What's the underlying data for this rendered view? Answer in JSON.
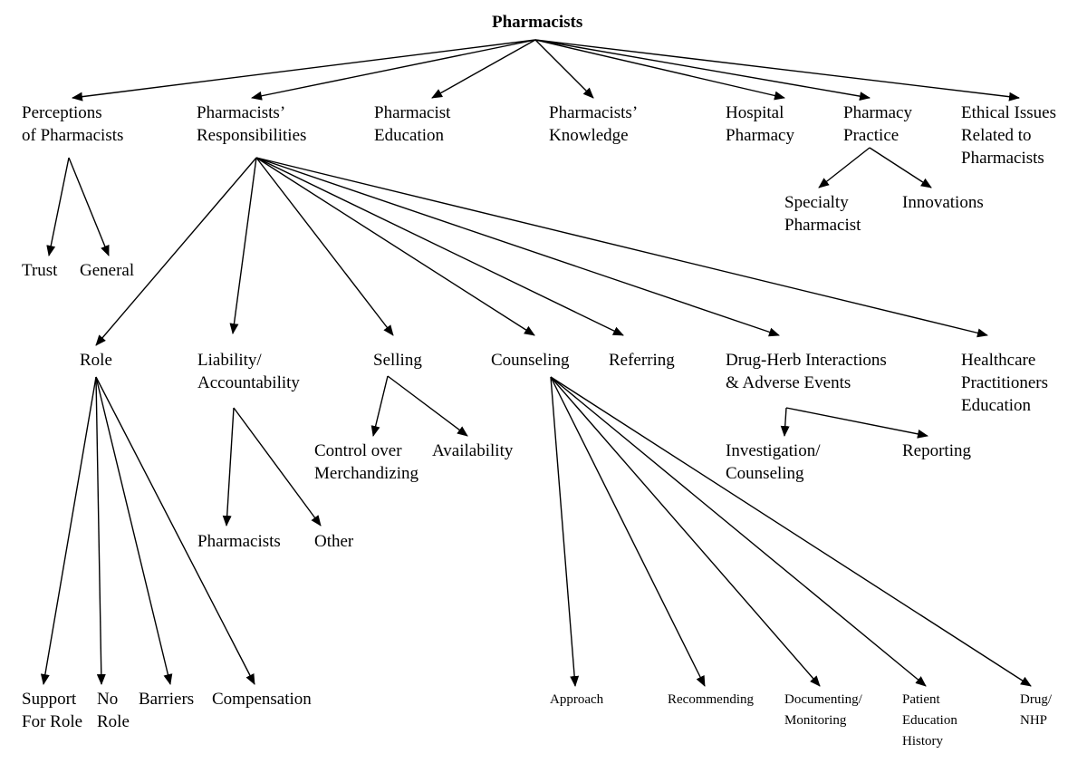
{
  "nodes": {
    "root": "Pharmacists",
    "perceptions": "Perceptions\nof Pharmacists",
    "responsibilities": "Pharmacists’\nResponsibilities",
    "education": "Pharmacist\nEducation",
    "knowledge": "Pharmacists’\nKnowledge",
    "hospital": "Hospital\nPharmacy",
    "practice": "Pharmacy\nPractice",
    "ethical": "Ethical Issues\nRelated to\nPharmacists",
    "specialty": "Specialty\nPharmacist",
    "innovations": "Innovations",
    "trust": "Trust",
    "general": "General",
    "role": "Role",
    "liability": "Liability/\nAccountability",
    "selling": "Selling",
    "counseling": "Counseling",
    "referring": "Referring",
    "drugherb": "Drug-Herb Interactions\n& Adverse Events",
    "hcp_education": "Healthcare\nPractitioners\nEducation",
    "control": "Control over\nMerchandizing",
    "availability": "Availability",
    "investigation": "Investigation/\nCounseling",
    "reporting": "Reporting",
    "liab_pharmacists": "Pharmacists",
    "liab_other": "Other",
    "support": "Support\nFor Role",
    "norole": "No\nRole",
    "barriers": "Barriers",
    "compensation": "Compensation",
    "approach": "Approach",
    "recommending": "Recommending",
    "documenting": "Documenting/\nMonitoring",
    "patient": "Patient\nEducation\nHistory",
    "drugnhp": "Drug/\nNHP"
  },
  "edges": [
    [
      "root",
      "perceptions"
    ],
    [
      "root",
      "responsibilities"
    ],
    [
      "root",
      "education"
    ],
    [
      "root",
      "knowledge"
    ],
    [
      "root",
      "hospital"
    ],
    [
      "root",
      "practice"
    ],
    [
      "root",
      "ethical"
    ],
    [
      "practice",
      "specialty"
    ],
    [
      "practice",
      "innovations"
    ],
    [
      "perceptions",
      "trust"
    ],
    [
      "perceptions",
      "general"
    ],
    [
      "responsibilities",
      "role"
    ],
    [
      "responsibilities",
      "liability"
    ],
    [
      "responsibilities",
      "selling"
    ],
    [
      "responsibilities",
      "counseling"
    ],
    [
      "responsibilities",
      "referring"
    ],
    [
      "responsibilities",
      "drugherb"
    ],
    [
      "responsibilities",
      "hcp_education"
    ],
    [
      "selling",
      "control"
    ],
    [
      "selling",
      "availability"
    ],
    [
      "drugherb",
      "investigation"
    ],
    [
      "drugherb",
      "reporting"
    ],
    [
      "liability",
      "liab_pharmacists"
    ],
    [
      "liability",
      "liab_other"
    ],
    [
      "role",
      "support"
    ],
    [
      "role",
      "norole"
    ],
    [
      "role",
      "barriers"
    ],
    [
      "role",
      "compensation"
    ],
    [
      "counseling",
      "approach"
    ],
    [
      "counseling",
      "recommending"
    ],
    [
      "counseling",
      "documenting"
    ],
    [
      "counseling",
      "patient"
    ],
    [
      "counseling",
      "drugnhp"
    ]
  ]
}
